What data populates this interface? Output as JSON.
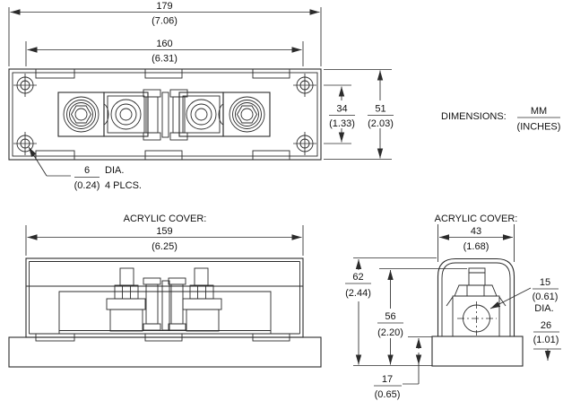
{
  "colors": {
    "line": "#2b2b2b",
    "text": "#111111",
    "background": "#ffffff"
  },
  "dimensions_note": {
    "label": "DIMENSIONS:",
    "mm": "MM",
    "inches": "(INCHES)"
  },
  "top_view": {
    "overall_width_mm": "179",
    "overall_width_in": "(7.06)",
    "mount_hole_spacing_mm": "160",
    "mount_hole_spacing_in": "(6.31)",
    "mount_hole_vertical_spacing_mm": "34",
    "mount_hole_vertical_spacing_in": "(1.33)",
    "overall_depth_mm": "51",
    "overall_depth_in": "(2.03)",
    "mount_hole_dia_mm": "6",
    "mount_hole_dia_in": "(0.24)",
    "mount_hole_dia_label": "DIA.",
    "mount_hole_places": "4 PLCS."
  },
  "front_view": {
    "title": "ACRYLIC COVER:",
    "cover_length_mm": "159",
    "cover_length_in": "(6.25)"
  },
  "side_view": {
    "title": "ACRYLIC COVER:",
    "cover_width_mm": "43",
    "cover_width_in": "(1.68)",
    "overall_height_mm": "62",
    "overall_height_in": "(2.44)",
    "cover_height_mm": "56",
    "cover_height_in": "(2.20)",
    "base_height_mm": "17",
    "base_height_in": "(0.65)",
    "terminal_hole_dia_mm": "15",
    "terminal_hole_dia_in": "(0.61)",
    "terminal_hole_dia_label": "DIA.",
    "hole_center_height_mm": "26",
    "hole_center_height_in": "(1.01)"
  }
}
